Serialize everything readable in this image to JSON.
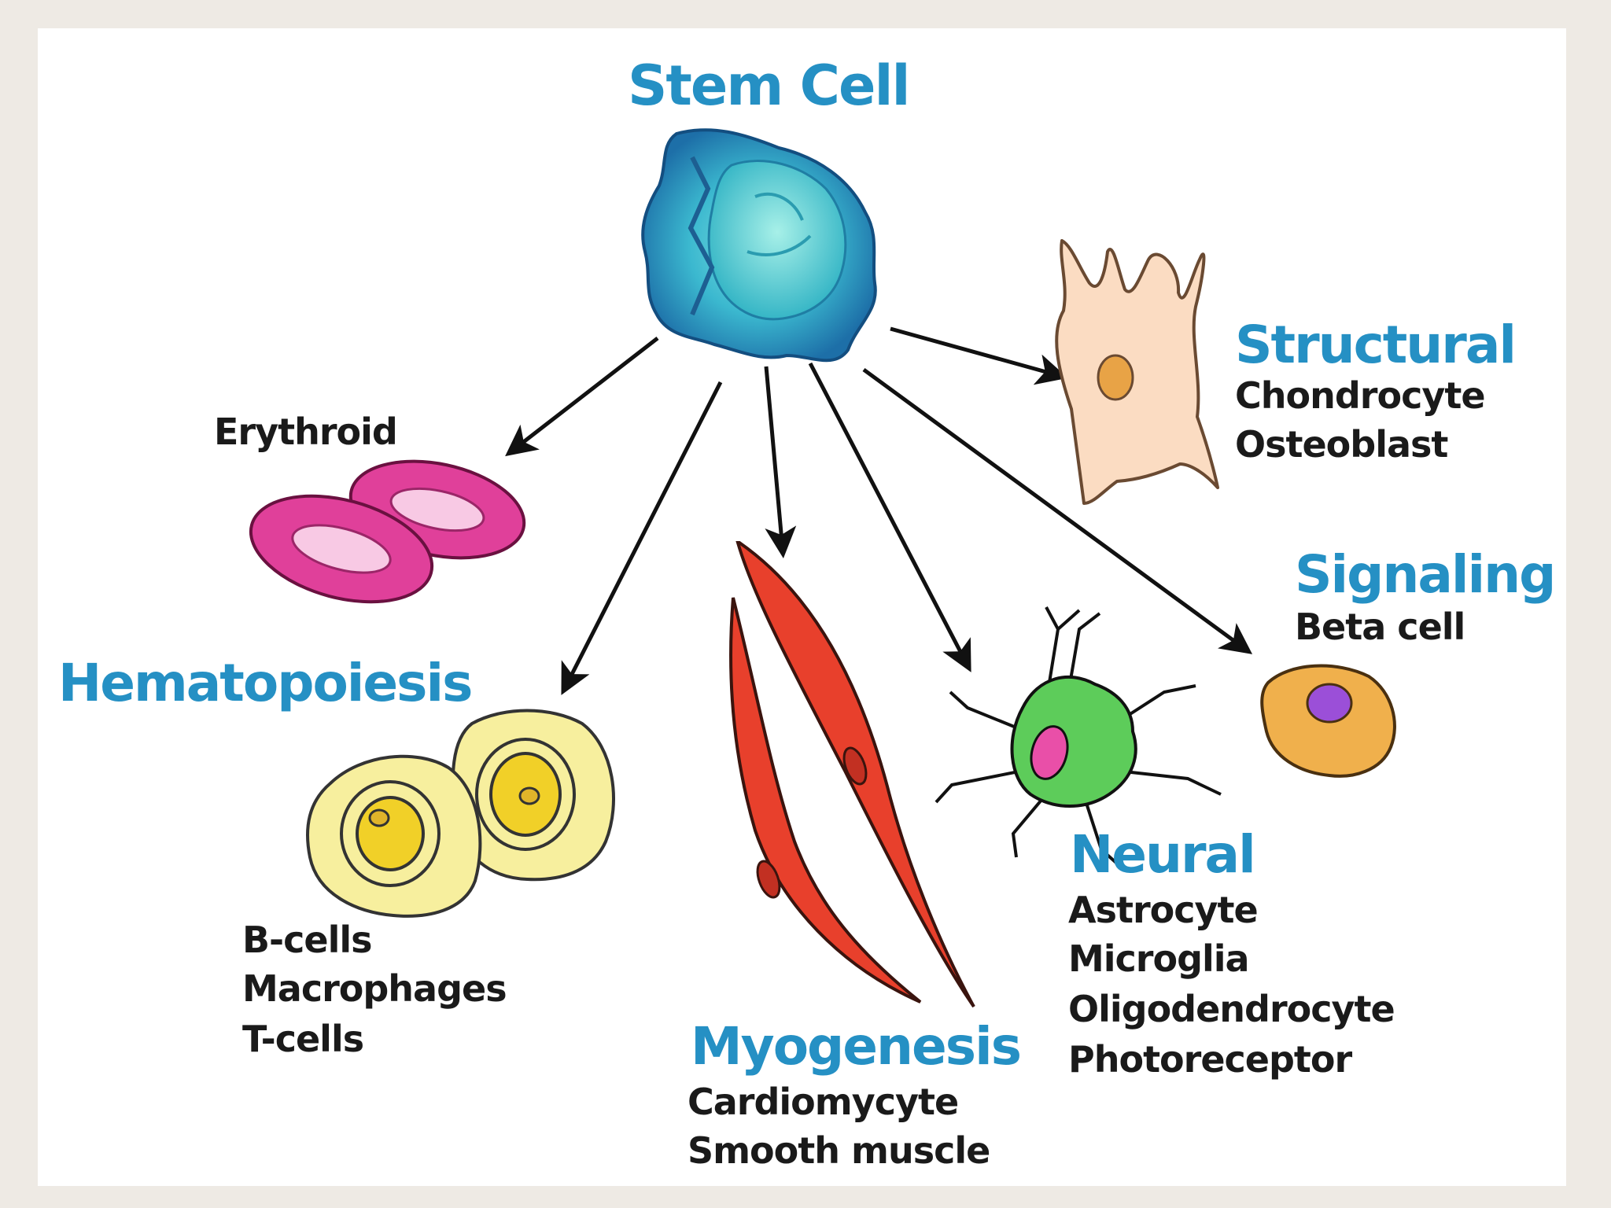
{
  "title": "Stem Cell",
  "structural": {
    "heading": "Structural",
    "items": [
      "Chondrocyte",
      "Osteoblast"
    ]
  },
  "signaling": {
    "heading": "Signaling",
    "items": [
      "Beta cell"
    ]
  },
  "erythroid": {
    "label": "Erythroid"
  },
  "hematopoiesis": {
    "heading": "Hematopoiesis",
    "items": [
      "B-cells",
      "Macrophages",
      "T-cells"
    ]
  },
  "myogenesis": {
    "heading": "Myogenesis",
    "items": [
      "Cardiomycyte",
      "Smooth muscle"
    ]
  },
  "neural": {
    "heading": "Neural",
    "items": [
      "Astrocyte",
      "Microglia",
      "Oligodendrocyte",
      "Photoreceptor"
    ]
  },
  "colors": {
    "heading_blue": "#2590c4",
    "erythroid_pink": "#e0409a",
    "hemato_yellow": "#f7ef9e",
    "muscle_red": "#e8402c",
    "neural_green": "#5dcc5a",
    "structural_peach": "#fbdcc2",
    "beta_orange": "#f0b04c",
    "stem_blue": "#2a8ec8"
  }
}
